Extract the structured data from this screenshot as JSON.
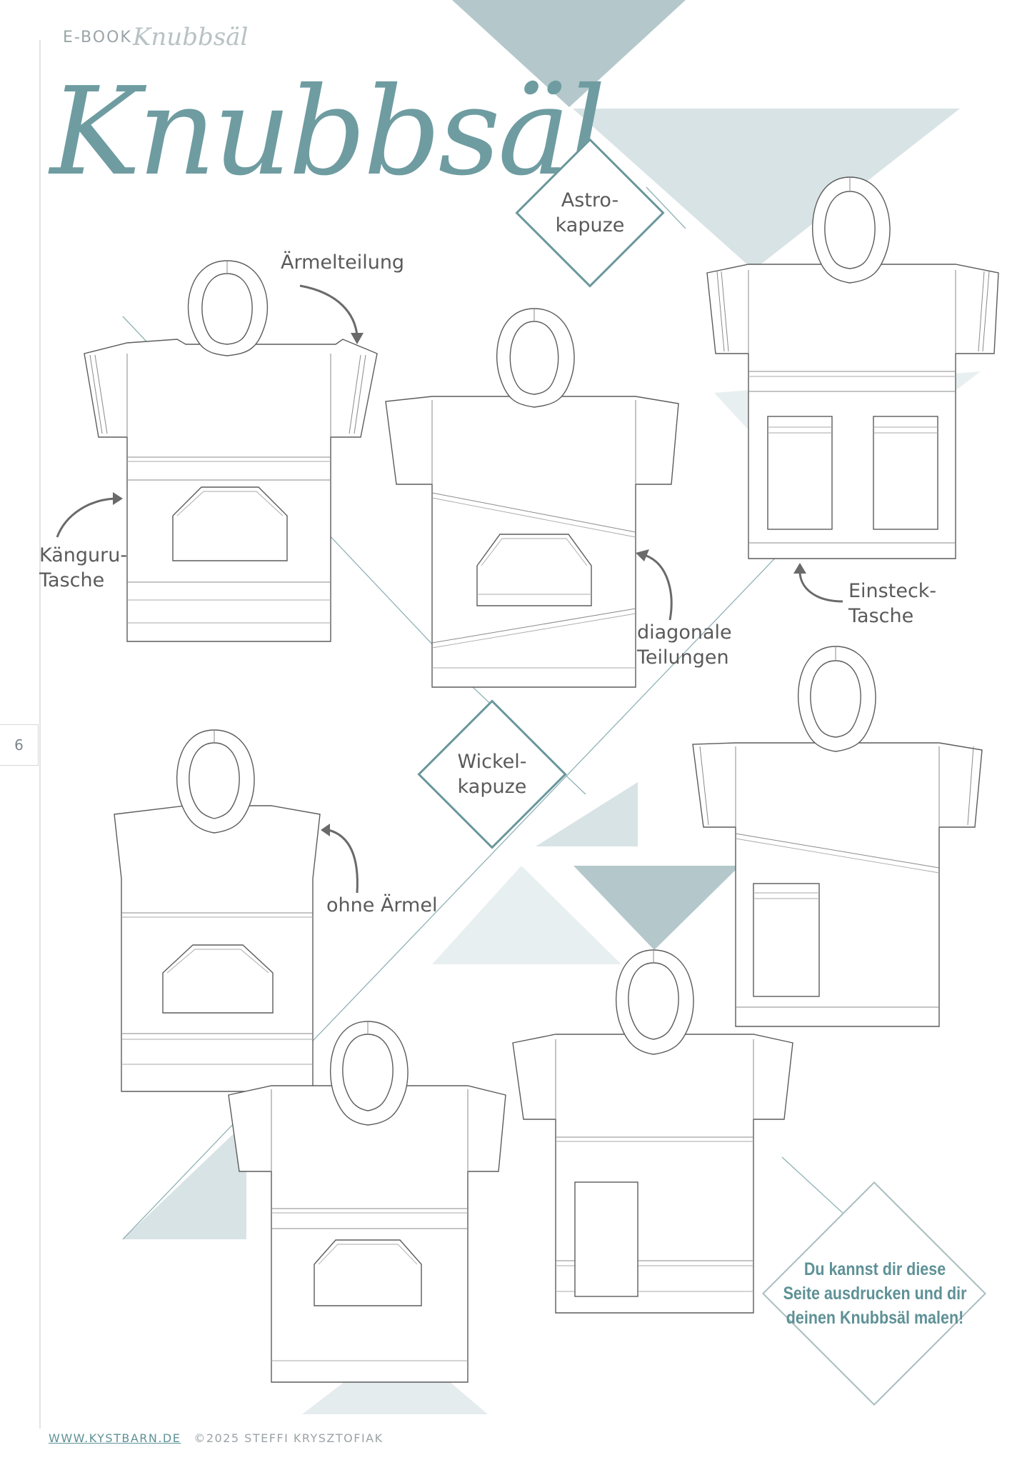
{
  "header": {
    "ebook_label": "E-BOOK",
    "ebook_script": "Knubbsäl",
    "title": "Knubbsäl"
  },
  "page_number": "6",
  "variants": {
    "astro": "Astro-\nkapuze",
    "wickel": "Wickel-\nkapuze"
  },
  "labels": {
    "aermelteilung": "Ärmelteilung",
    "kaenguru": "Känguru-\nTasche",
    "diagonale": "diagonale\nTeilungen",
    "einsteck": "Einsteck-\nTasche",
    "ohne_aermel": "ohne Ärmel"
  },
  "note": "Du kannst dir diese\nSeite ausdrucken und dir\ndeinen Knubbsäl malen!",
  "footer": {
    "website": "WWW.KYSTBARN.DE",
    "copyright": "©2025 STEFFI KRYSZTOFIAK"
  },
  "colors": {
    "accent": "#6e9ca1",
    "triangle_dark": "#b4c8cb",
    "triangle_light": "#d8e3e5",
    "line": "#5c5c5c"
  }
}
